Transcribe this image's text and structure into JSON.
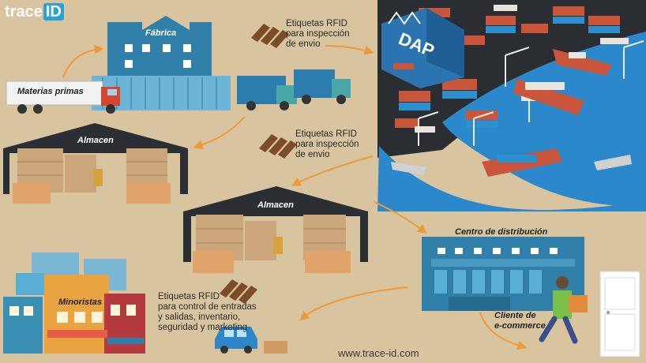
{
  "brand": {
    "logo_text_left": "trace",
    "logo_text_right": "ID"
  },
  "labels": {
    "fabrica": "Fábrica",
    "materias_primas": "Materias primas",
    "almacen_1": "Almacen",
    "almacen_2": "Almacen",
    "dap": "DAP",
    "centro": "Centro de distribución",
    "minoristas": "Minoristas",
    "cliente_line1": "Cliente de",
    "cliente_line2": "e-commerce",
    "website": "www.trace-id.com"
  },
  "notes": {
    "rfid_envio_1": [
      "Etiquetas RFID",
      "para inspección",
      "de envio"
    ],
    "rfid_envio_2": [
      "Etiquetas RFID",
      "para inspección",
      "de envio"
    ],
    "rfid_control": [
      "Etiquetas RFID",
      "para control de entradas",
      "y salidas, inventario,",
      "seguridad y marketing"
    ]
  },
  "colors": {
    "background": "#d8c49e",
    "factory_blue": "#2f7fa8",
    "warehouse_dark": "#2b2f33",
    "port_dark": "#23272c",
    "water": "#2a86c9",
    "arrow_orange": "#ef9a3a",
    "truck_blue": "#2c7cae",
    "truck_teal": "#4aa7a8",
    "box_tan": "#d39a61"
  }
}
